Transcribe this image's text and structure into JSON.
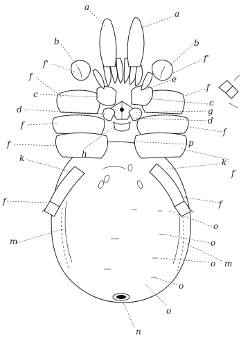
{
  "labels": {
    "a_left": "a",
    "a_right": "a",
    "b_left": "b",
    "b_right": "b",
    "f_prime_left": "f'",
    "f_prime_right": "f'",
    "f_1": "f",
    "e": "e",
    "f_2": "f",
    "c_left": "c",
    "c_right": "c",
    "d_left": "d",
    "g": "g",
    "d_right": "d",
    "f_3": "f",
    "f_4": "f",
    "f_5": "f",
    "p": "p",
    "h": "h",
    "k_left": "k",
    "k_right": "k",
    "f_6": "f",
    "f_7": "f",
    "f_8": "f",
    "o_1": "o",
    "o_2": "o",
    "o_3": "o",
    "o_4": "o",
    "o_5": "o",
    "m_left": "m",
    "m_right": "m",
    "n": "n"
  }
}
